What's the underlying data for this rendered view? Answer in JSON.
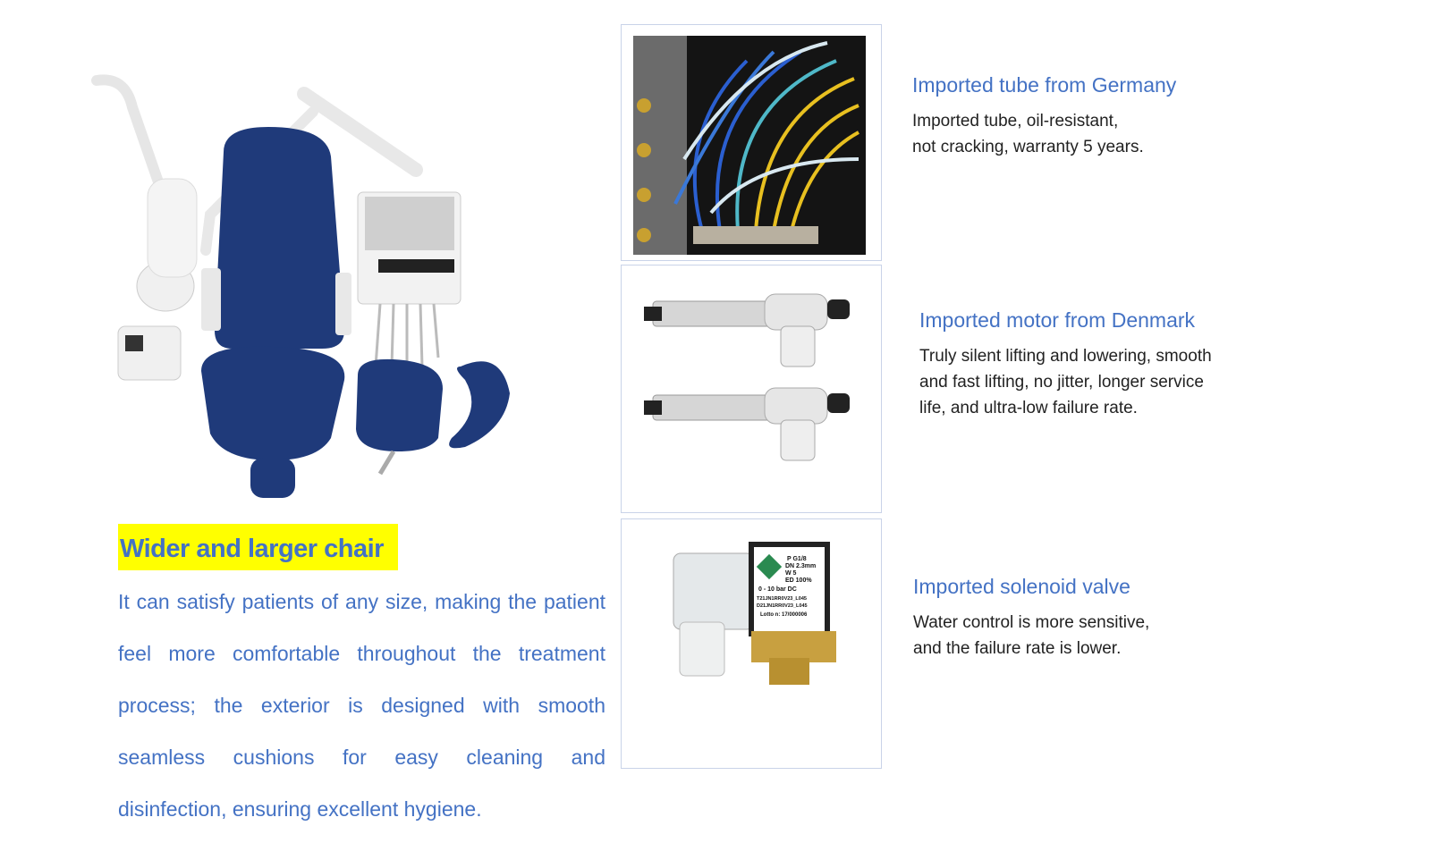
{
  "chair_section": {
    "heading": "Wider and larger chair",
    "description": "It can satisfy patients of any size, making the patient feel more comfortable throughout the treatment process; the exterior is designed with smooth seamless cushions for easy cleaning and disinfection, ensuring excellent hygiene."
  },
  "features": [
    {
      "title": "Imported tube from Germany",
      "lines": [
        "Imported tube, oil-resistant,",
        "not cracking, warranty 5 years."
      ]
    },
    {
      "title": "Imported motor from Denmark",
      "lines": [
        "Truly silent lifting and lowering, smooth",
        "and fast lifting, no jitter, longer service",
        "life, and ultra-low failure rate."
      ]
    },
    {
      "title": "Imported solenoid valve",
      "lines": [
        "Water control is more sensitive,",
        "and the failure rate is lower."
      ]
    }
  ],
  "valve_label": [
    "P  G1/8",
    "DN 2.3mm",
    "W  5",
    "ED 100%",
    "0 - 10 bar DC",
    "T21JN1RR0V23_L045",
    "D21JN1RR0V23_L045",
    "Lotto n: 17/000006"
  ],
  "colors": {
    "accent": "#4472c4",
    "highlight": "#ffff00",
    "chair": "#1f3a7a"
  }
}
